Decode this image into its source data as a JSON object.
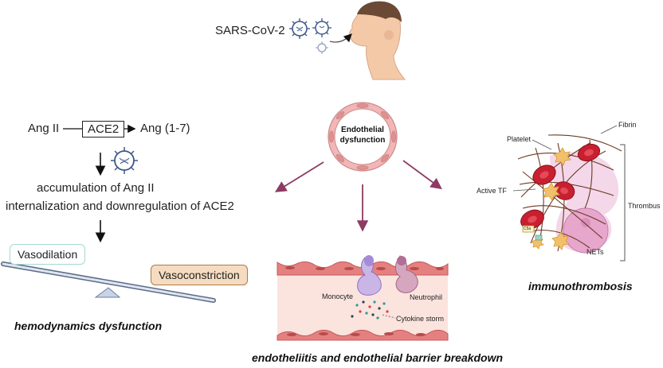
{
  "top": {
    "virus_label": "SARS-CoV-2"
  },
  "ras": {
    "ang2": "Ang II",
    "ace2": "ACE2",
    "ang17": "Ang (1-7)",
    "line1": "accumulation of Ang II",
    "line2": "internalization and downregulation of ACE2"
  },
  "balance": {
    "left": "Vasodilation",
    "right": "Vasoconstriction"
  },
  "center": {
    "vessel_text_1": "Endothelial",
    "vessel_text_2": "dysfunction"
  },
  "endo": {
    "monocyte": "Monocyte",
    "neutrophil": "Neutrophil",
    "cytokine": "Cytokine storm"
  },
  "thrombus": {
    "platelet": "Platelet",
    "fibrin": "Fibrin",
    "active_tf": "Active TF",
    "thrombus": "Thrombus",
    "nets": "NETs",
    "c5a": "C5a"
  },
  "captions": {
    "hemo": "hemodynamics dysfunction",
    "endo": "endotheliitis and endothelial barrier breakdown",
    "immuno": "immunothrombosis"
  },
  "colors": {
    "arrow": "#8e3a63",
    "rbc": "#c8202f",
    "platelet": "#f2c06a",
    "vessel": "#f3b6b6",
    "virus": "#3e5a8a"
  }
}
